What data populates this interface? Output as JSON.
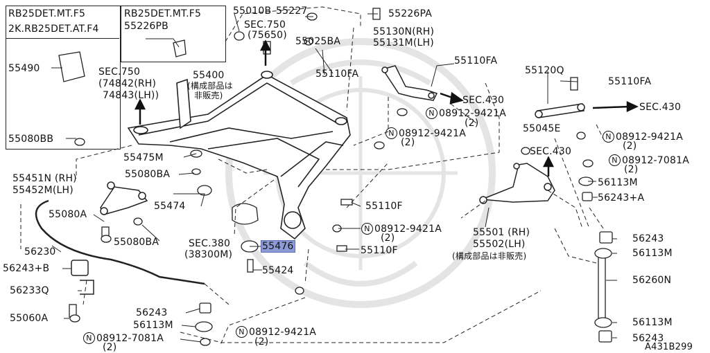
{
  "inset_left": {
    "header_line1": "RB25DET.MT.F5",
    "header_line2": "2K.RB25DET.AT.F4",
    "part_top": "55490",
    "part_bottom": "55080BB"
  },
  "inset_mid": {
    "header": "RB25DET.MT.F5",
    "part": "55226PB"
  },
  "labels": {
    "p55010b": "55010B",
    "p55227": "55227",
    "p55226pa": "55226PA",
    "sec750_top_a": "SEC.750",
    "sec750_top_b": "(75650)",
    "p55025ba": "55025BA",
    "p55130n": "55130N(RH)",
    "p55131m": "55131M(LH)",
    "p55110fa_1": "55110FA",
    "p55110fa_2": "55110FA",
    "p55110fa_3": "55110FA",
    "sec750_left_a": "SEC.750",
    "sec750_left_b": "(74842(RH)",
    "sec750_left_c": "74843(LH))",
    "p55400": "55400",
    "p55400_note_a": "(構成部品は",
    "p55400_note_b": "非販売)",
    "sec430_1": "SEC.430",
    "sec430_2": "SEC.430",
    "sec430_3": "SEC.430",
    "p55120q": "55120Q",
    "n1_part": "08912-9421A",
    "n1_qty": "(2)",
    "n2_part": "08912-9421A",
    "n2_qty": "(2)",
    "n3_part": "08912-9421A",
    "n3_qty": "(2)",
    "n4_part": "08912-7081A",
    "n4_qty": "(2)",
    "n5_part": "08912-9421A",
    "n5_qty": "(2)",
    "n6_part": "08912-9421A",
    "n6_qty": "(2)",
    "n7_part": "08912-7081A",
    "n7_qty": "(2)",
    "nut_symbol": "N",
    "p55045e": "55045E",
    "p55475m": "55475M",
    "p55080ba_1": "55080BA",
    "p55080ba_2": "55080BA",
    "p55451n": "55451N (RH)",
    "p55452m": "55452M(LH)",
    "p55474": "55474",
    "p55080a": "55080A",
    "p56230": "56230",
    "p56243b": "56243+B",
    "p56233q": "56233Q",
    "p55060a": "55060A",
    "sec380_a": "SEC.380",
    "sec380_b": "(38300M)",
    "p55476": "55476",
    "p55424": "55424",
    "p55110f_1": "55110F",
    "p55110f_2": "55110F",
    "p56113m_1": "56113M",
    "p56113m_2": "56113M",
    "p56113m_3": "56113M",
    "p56113m_4": "56113M",
    "p56243a": "56243+A",
    "p56243_1": "56243",
    "p56243_2": "56243",
    "p56243_3": "56243",
    "p55501": "55501 (RH)",
    "p55502": "55502(LH)",
    "p55501_note": "(構成部品は非販売)",
    "p56260n": "56260N",
    "diagram_id": "A431B299"
  },
  "colors": {
    "line": "#222222",
    "highlight": "#8c9ad6",
    "watermark": "#e8e8e8"
  }
}
